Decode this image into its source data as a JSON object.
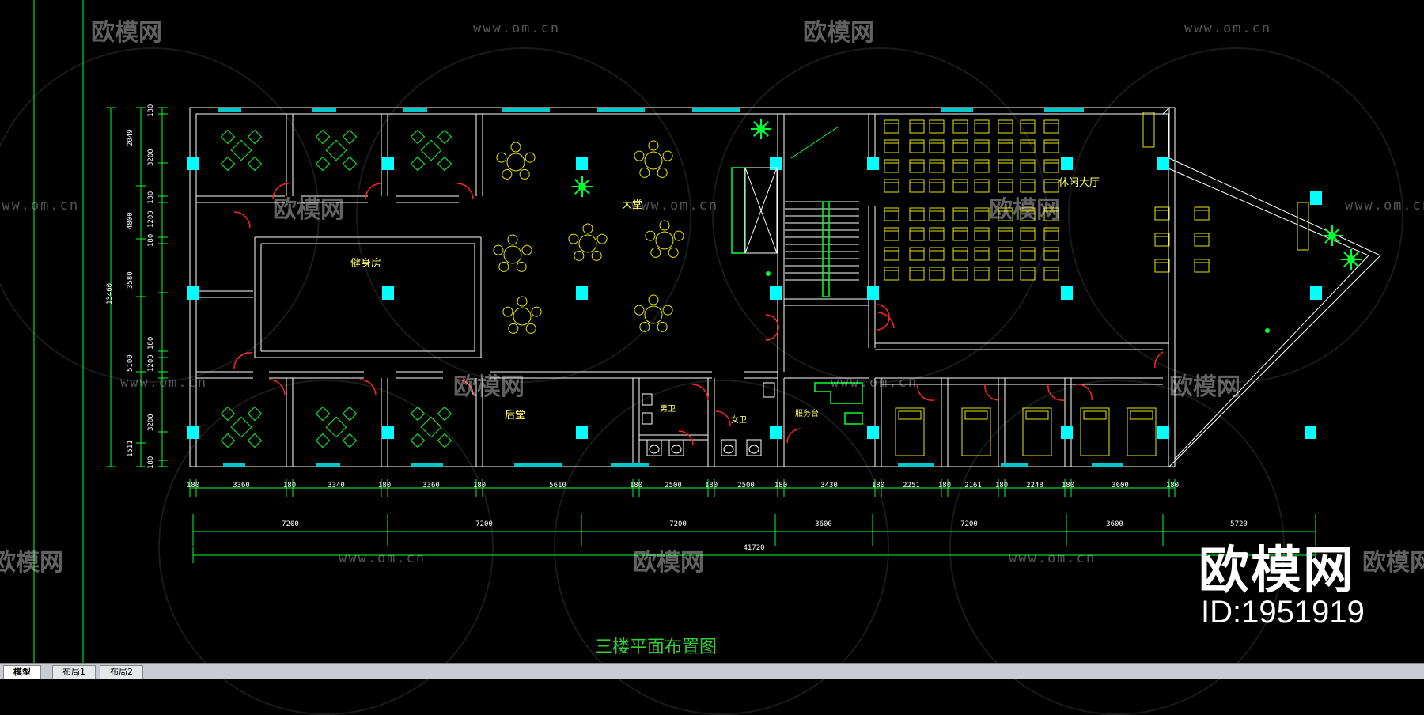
{
  "watermark": {
    "logo_text": "欧模网",
    "url_text": "www.om.cn"
  },
  "brand": {
    "name": "欧模网",
    "id_text": "ID:1951919"
  },
  "title": "三楼平面布置图",
  "rooms": {
    "lobby": "大堂",
    "gym": "健身房",
    "back_hall": "后堂",
    "lounge": "休闲大厅",
    "mens_wc": "男卫",
    "womens_wc": "女卫",
    "service_desk": "服务台"
  },
  "dims_top_row": [
    "180",
    "3360",
    "180",
    "3340",
    "180",
    "3360",
    "180",
    "5610",
    "180",
    "2500",
    "180",
    "2500",
    "180",
    "3430",
    "180",
    "2251",
    "180",
    "2161",
    "180",
    "2248",
    "180",
    "3600",
    "180"
  ],
  "dims_mid_row": [
    "7200",
    "7200",
    "7200",
    "3600",
    "7200",
    "3600",
    "5720"
  ],
  "dim_total": "41720",
  "dims_left_outer": [
    "13460"
  ],
  "dims_left_mid": [
    "2049",
    "4800",
    "3580",
    "5100",
    "1511"
  ],
  "dims_left_inner": [
    "180",
    "3200",
    "180",
    "1200",
    "180",
    "180",
    "1200",
    "3200",
    "180"
  ],
  "tabs": [
    "模型",
    "布局1",
    "布局2"
  ],
  "colors": {
    "wall": "#ffffff",
    "cad_green": "#00ff33",
    "column_cyan": "#00ffff",
    "furniture_yellow": "#e6e600",
    "door_red": "#ff2222",
    "window_cyan": "#00c8c8",
    "text_yellow": "#ffff66"
  }
}
